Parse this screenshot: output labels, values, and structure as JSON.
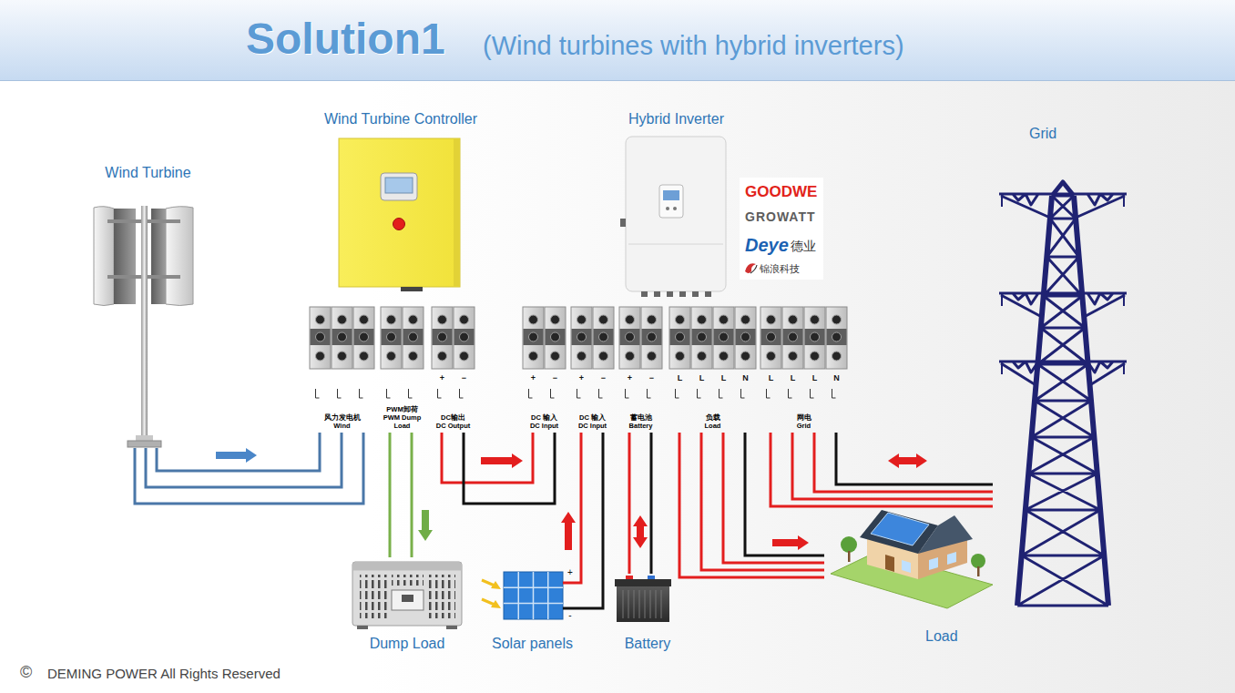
{
  "diagram": {
    "title": "Solution1",
    "nodes": [
      {
        "text": [
          "Wind Turbine Controller"
        ]
      },
      {
        "text": [
          "Hybrid Inverter"
        ]
      },
      {
        "text": [
          "Grid"
        ]
      },
      {
        "text": [
          "Wind Turbine"
        ]
      },
      {
        "text": [
          "风力发电机",
          "Wind"
        ]
      },
      {
        "text": [
          "PWM卸荷",
          "PWM Dump Load"
        ]
      },
      {
        "text": [
          "DC输出",
          "DC Output"
        ]
      },
      {
        "text": [
          "DC 输入",
          "DC Input"
        ]
      },
      {
        "text": [
          "DC 输入",
          "DC Input"
        ]
      },
      {
        "text": [
          "蓄电池",
          "Battery"
        ]
      },
      {
        "text": [
          "负载",
          "Load"
        ]
      },
      {
        "text": [
          "网电",
          "Grid"
        ]
      },
      {
        "text": [
          "Dump Load"
        ]
      },
      {
        "text": [
          "Solar panels"
        ]
      },
      {
        "text": [
          "Battery"
        ]
      },
      {
        "text": [
          "Load"
        ]
      }
    ],
    "edges": [
      {
        "from": 3,
        "to": 4,
        "arrow": "to"
      },
      {
        "from": 5,
        "to": 12,
        "arrow": "to"
      },
      {
        "from": 6,
        "to": 7,
        "arrow": "to"
      },
      {
        "from": 13,
        "to": 8,
        "arrow": "to"
      },
      {
        "from": 9,
        "to": 14,
        "arrow": "both"
      },
      {
        "from": 10,
        "to": 15,
        "arrow": "to"
      },
      {
        "from": 11,
        "to": 2,
        "arrow": "both"
      }
    ],
    "labels": [
      "(Wind turbines with hybrid inverters)",
      "GOODWE",
      "GROWATT",
      "Deye",
      "德业",
      "锦浪科技",
      "+",
      "−",
      "+",
      "−",
      "+",
      "−",
      "+",
      "−",
      "L",
      "L",
      "L",
      "N",
      "L",
      "L",
      "L",
      "N",
      "+",
      "-",
      "©",
      "DEMING POWER All Rights Reserved"
    ]
  }
}
